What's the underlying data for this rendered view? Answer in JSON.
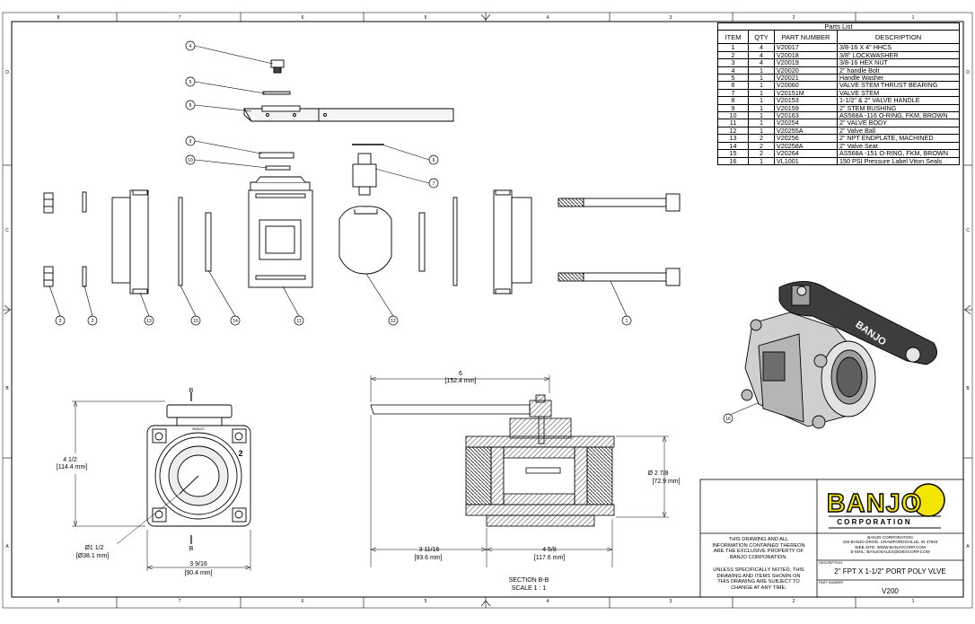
{
  "border": {
    "columns": [
      "8",
      "7",
      "6",
      "5",
      "4",
      "3",
      "2",
      "1"
    ],
    "rows": [
      "D",
      "C",
      "B",
      "A"
    ]
  },
  "parts_list": {
    "title": "Parts List",
    "headers": [
      "ITEM",
      "QTY",
      "PART NUMBER",
      "DESCRIPTION"
    ],
    "rows": [
      [
        "1",
        "4",
        "V20017",
        "3/8-16 X 4\" HHCS"
      ],
      [
        "2",
        "4",
        "V20018",
        "3/8\" LOCKWASHER"
      ],
      [
        "3",
        "4",
        "V20019",
        "3/8-16 HEX NUT"
      ],
      [
        "4",
        "1",
        "V20020",
        "2\" handle Bolt"
      ],
      [
        "5",
        "1",
        "V20021",
        "Handle Washer"
      ],
      [
        "6",
        "1",
        "V20060",
        "VALVE STEM THRUST BEARING"
      ],
      [
        "7",
        "1",
        "V20151M",
        "VALVE STEM"
      ],
      [
        "8",
        "1",
        "V20153",
        "1-1/2\" & 2\" VALVE HANDLE"
      ],
      [
        "9",
        "1",
        "V20159",
        "2\" STEM BUSHING"
      ],
      [
        "10",
        "1",
        "V20163",
        "AS568A -116 O-RING, FKM, BROWN"
      ],
      [
        "11",
        "1",
        "V20254",
        "2\" VALVE BODY"
      ],
      [
        "12",
        "1",
        "V20255A",
        "2\" Valve Ball"
      ],
      [
        "13",
        "2",
        "V20256",
        "2\" NPT ENDPLATE, MACHINED"
      ],
      [
        "14",
        "2",
        "V20258A",
        "2\" Valve Seat"
      ],
      [
        "15",
        "2",
        "V20264",
        "AS568A -151 O-RING, FKM, BROWN"
      ],
      [
        "16",
        "1",
        "VL1001",
        "150 PSI Pressure Label Viton Seals"
      ]
    ]
  },
  "balloons": {
    "b1": "1",
    "b2": "2",
    "b3": "3",
    "b4": "4",
    "b5": "5",
    "b6": "6",
    "b7": "7",
    "b8": "8",
    "b9": "9",
    "b10": "10",
    "b11": "11",
    "b12": "12",
    "b13": "13",
    "b14": "14",
    "b15": "15",
    "b16": "16"
  },
  "front_view": {
    "section_mark_top": "B",
    "section_mark_bottom": "B",
    "height_dim": "4 1/2",
    "height_dim_mm": "[114.4 mm]",
    "bore_dim": "Ø1 1/2",
    "bore_dim_mm": "[Ø38.1 mm]",
    "width_dim": "3 9/16",
    "width_dim_mm": "[90.4 mm]",
    "body_mark": "2",
    "logo_mark": "BANJO"
  },
  "section_view": {
    "handle_dim": "6",
    "handle_dim_mm": "[152.4 mm]",
    "pipe_dim": "Ø   2 7/8",
    "pipe_dim_mm": "[72.9 mm]",
    "left_dim": "3 11/16",
    "left_dim_mm": "[93.6 mm]",
    "right_dim": "4 5/8",
    "right_dim_mm": "[117.6 mm]",
    "section_label": "SECTION B-B",
    "scale_label": "SCALE 1 : 1"
  },
  "iso_view": {
    "handle_text": "BANJO"
  },
  "title_block": {
    "logo": "BANJO",
    "corporation": "CORPORATION",
    "notice_1": [
      "THIS DRAWING AND ALL",
      "INFORMATION CONTAINED THEREON",
      "ARE THE EXCLUSIVE PROPERTY OF",
      "BANJO CORPORATION."
    ],
    "notice_2": [
      "UNLESS SPECIFICALLY NOTED, THIS",
      "DRAWING AND ITEMS SHOWN ON",
      "THIS DRAWING ARE SUBJECT TO",
      "CHANGE AT ANY TIME."
    ],
    "company_lines": [
      "BANJO CORPORATION",
      "150 BANJO DRIVE, CRAWFORDSVILLE, IN 47933",
      "WEB SITE: WWW.BANJOCORP.COM",
      "E-MAIL: BANJOSALES@IDEXCORP.COM"
    ],
    "description_label": "DESCRIPTION",
    "description": "2\" FPT X 1-1/2\" PORT POLY VLVE",
    "part_number_label": "PART NUMBER",
    "part_number": "V200"
  },
  "colors": {
    "line": "#000000",
    "logo_yellow": "#f2e600",
    "hatch": "#5a5a5a"
  }
}
